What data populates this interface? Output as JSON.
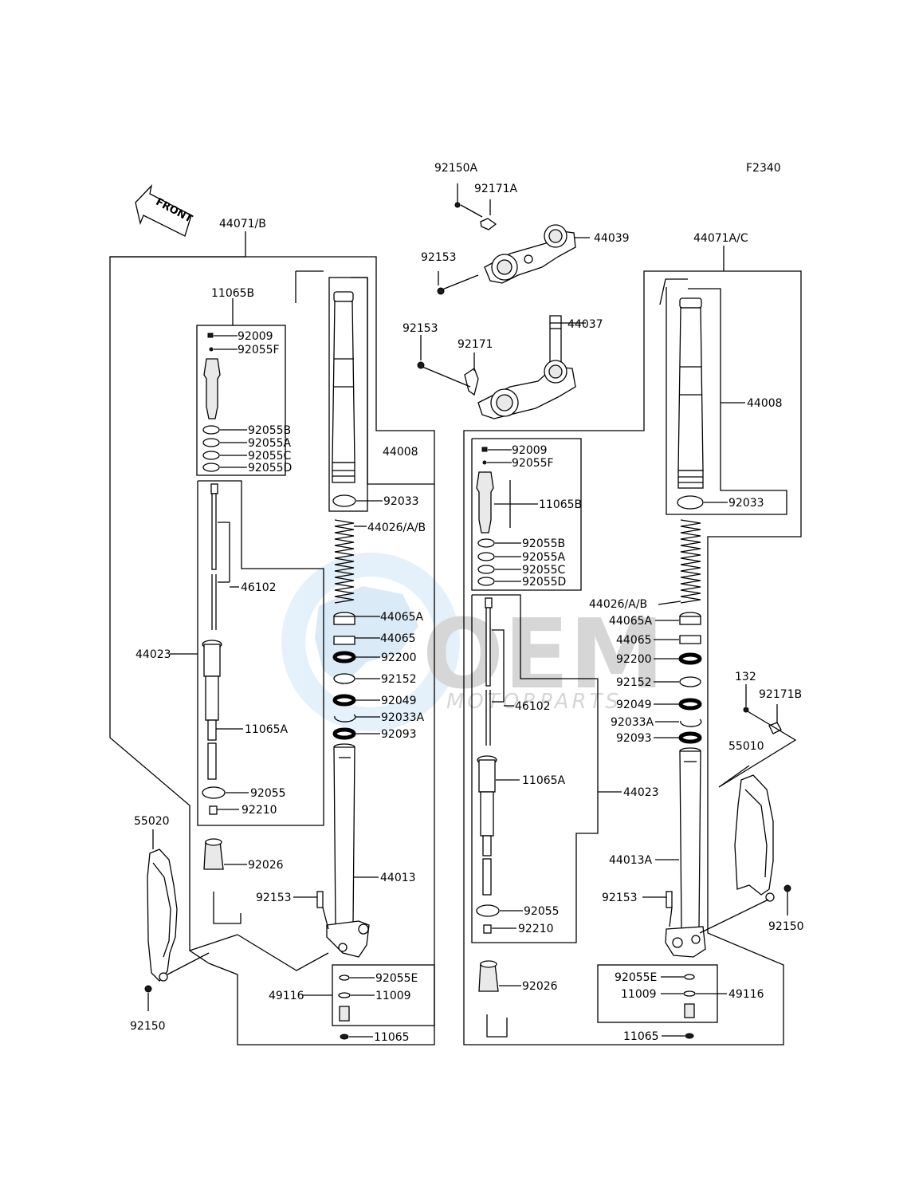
{
  "diagram_code": "F2340",
  "front_label": "FRONT",
  "watermark": {
    "main": "OEM",
    "sub": "MOTORPARTS"
  },
  "left_group": "44071/B",
  "right_group": "44071A/C",
  "labels": {
    "l_92150A": "92150A",
    "l_92171A": "92171A",
    "l_44039": "44039",
    "l_92153_top": "92153",
    "l_92153_mid": "92153",
    "l_92171": "92171",
    "l_44037": "44037",
    "L_11065B": "11065B",
    "L_92009": "92009",
    "L_92055F": "92055F",
    "L_92055B": "92055B",
    "L_92055A": "92055A",
    "L_92055C": "92055C",
    "L_92055D": "92055D",
    "L_44008": "44008",
    "L_92033": "92033",
    "L_44026": "44026/A/B",
    "L_46102": "46102",
    "L_44065A": "44065A",
    "L_44065": "44065",
    "L_92200": "92200",
    "L_92152": "92152",
    "L_92049": "92049",
    "L_92033A": "92033A",
    "L_92093": "92093",
    "L_44023": "44023",
    "L_11065A": "11065A",
    "L_92055": "92055",
    "L_92210": "92210",
    "L_92026": "92026",
    "L_44013": "44013",
    "L_92153": "92153",
    "L_55020": "55020",
    "L_92150": "92150",
    "L_92055E": "92055E",
    "L_49116": "49116",
    "L_11009": "11009",
    "L_11065": "11065",
    "R_44008": "44008",
    "R_92033": "92033",
    "R_92009": "92009",
    "R_92055F": "92055F",
    "R_11065B": "11065B",
    "R_92055B": "92055B",
    "R_92055A": "92055A",
    "R_92055C": "92055C",
    "R_92055D": "92055D",
    "R_44026": "44026/A/B",
    "R_44065A": "44065A",
    "R_44065": "44065",
    "R_92200": "92200",
    "R_92152": "92152",
    "R_92049": "92049",
    "R_92033A": "92033A",
    "R_92093": "92093",
    "R_46102": "46102",
    "R_11065A": "11065A",
    "R_44023": "44023",
    "R_44013A": "44013A",
    "R_92153": "92153",
    "R_92055": "92055",
    "R_92210": "92210",
    "R_92026": "92026",
    "R_92055E": "92055E",
    "R_11009": "11009",
    "R_49116": "49116",
    "R_11065": "11065",
    "R_132": "132",
    "R_92171B": "92171B",
    "R_55010": "55010",
    "R_92150": "92150"
  }
}
